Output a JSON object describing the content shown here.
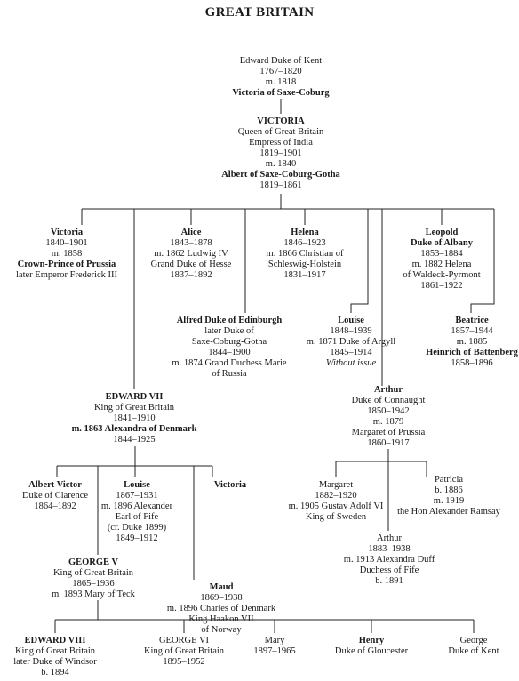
{
  "title": "GREAT BRITAIN",
  "nodes": {
    "kent": [
      "Edward Duke of Kent",
      "1767–1820",
      "m. 1818",
      "Victoria of Saxe-Coburg"
    ],
    "victoria_q": [
      "VICTORIA",
      "Queen of Great Britain",
      "Empress of India",
      "1819–1901",
      "m. 1840",
      "Albert of Saxe-Coburg-Gotha",
      "1819–1861"
    ],
    "victoria_p": [
      "Victoria",
      "1840–1901",
      "m. 1858",
      "Crown-Prince of Prussia",
      "later Emperor Frederick III"
    ],
    "alice": [
      "Alice",
      "1843–1878",
      "m. 1862 Ludwig IV",
      "Grand Duke of Hesse",
      "1837–1892"
    ],
    "helena": [
      "Helena",
      "1846–1923",
      "m. 1866 Christian of",
      "Schleswig-Holstein",
      "1831–1917"
    ],
    "leopold": [
      "Leopold",
      "Duke of Albany",
      "1853–1884",
      "m. 1882 Helena",
      "of Waldeck-Pyrmont",
      "1861–1922"
    ],
    "alfred": [
      "Alfred Duke of Edinburgh",
      "later Duke of",
      "Saxe-Coburg-Gotha",
      "1844–1900",
      "m. 1874 Grand Duchess Marie",
      "of Russia"
    ],
    "louise_p": [
      "Louise",
      "1848–1939",
      "m. 1871 Duke of Argyll",
      "1845–1914",
      "Without issue"
    ],
    "beatrice": [
      "Beatrice",
      "1857–1944",
      "m. 1885",
      "Heinrich of Battenberg",
      "1858–1896"
    ],
    "edward7": [
      "EDWARD VII",
      "King of Great Britain",
      "1841–1910",
      "m. 1863 Alexandra of Denmark",
      "1844–1925"
    ],
    "arthur": [
      "Arthur",
      "Duke of Connaught",
      "1850–1942",
      "m. 1879",
      "Margaret of Prussia",
      "1860–1917"
    ],
    "albert_victor": [
      "Albert Victor",
      "Duke of Clarence",
      "1864–1892"
    ],
    "louise_f": [
      "Louise",
      "1867–1931",
      "m. 1896 Alexander",
      "Earl of Fife",
      "(cr. Duke 1899)",
      "1849–1912"
    ],
    "victoria_d": [
      "Victoria"
    ],
    "margaret": [
      "Margaret",
      "1882–1920",
      "m. 1905 Gustav Adolf VI",
      "King of Sweden"
    ],
    "patricia": [
      "Patricia",
      "b. 1886",
      "m. 1919",
      "the Hon Alexander Ramsay"
    ],
    "arthur_j": [
      "Arthur",
      "1883–1938",
      "m. 1913 Alexandra Duff",
      "Duchess of Fife",
      "b. 1891"
    ],
    "george5": [
      "GEORGE V",
      "King of Great Britain",
      "1865–1936",
      "m. 1893 Mary of Teck"
    ],
    "maud": [
      "Maud",
      "1869–1938",
      "m. 1896 Charles of Denmark",
      "King Haakon VII",
      "of Norway"
    ],
    "edward8": [
      "EDWARD VIII",
      "King of Great Britain",
      "later Duke of Windsor",
      "b. 1894"
    ],
    "george6": [
      "GEORGE VI",
      "King of Great Britain",
      "1895–1952"
    ],
    "mary": [
      "Mary",
      "1897–1965"
    ],
    "henry": [
      "Henry",
      "Duke of Gloucester"
    ],
    "george_kent": [
      "George",
      "Duke of Kent"
    ]
  }
}
